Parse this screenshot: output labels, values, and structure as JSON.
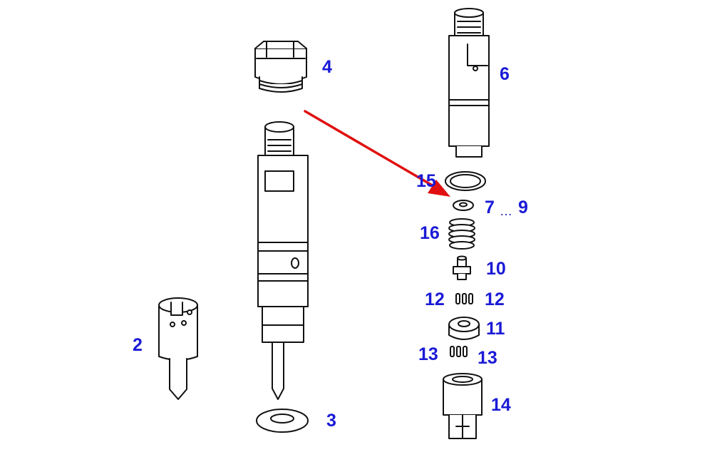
{
  "diagram": {
    "label_color": "#1a1ad6",
    "line_color": "#111111",
    "arrow_color": "#e01010",
    "callouts": {
      "nozzle": "2",
      "washer": "3",
      "nut": "4",
      "holder": "6",
      "shim_start": "7",
      "shim_range_mark": "…",
      "shim_end": "9",
      "spindle": "10",
      "spacer": "11",
      "pin_upper_left": "12",
      "pin_upper_right": "12",
      "pin_lower_left": "13",
      "pin_lower_right": "13",
      "nozzle_nut": "14",
      "seal_ring": "15",
      "spring": "16"
    }
  }
}
